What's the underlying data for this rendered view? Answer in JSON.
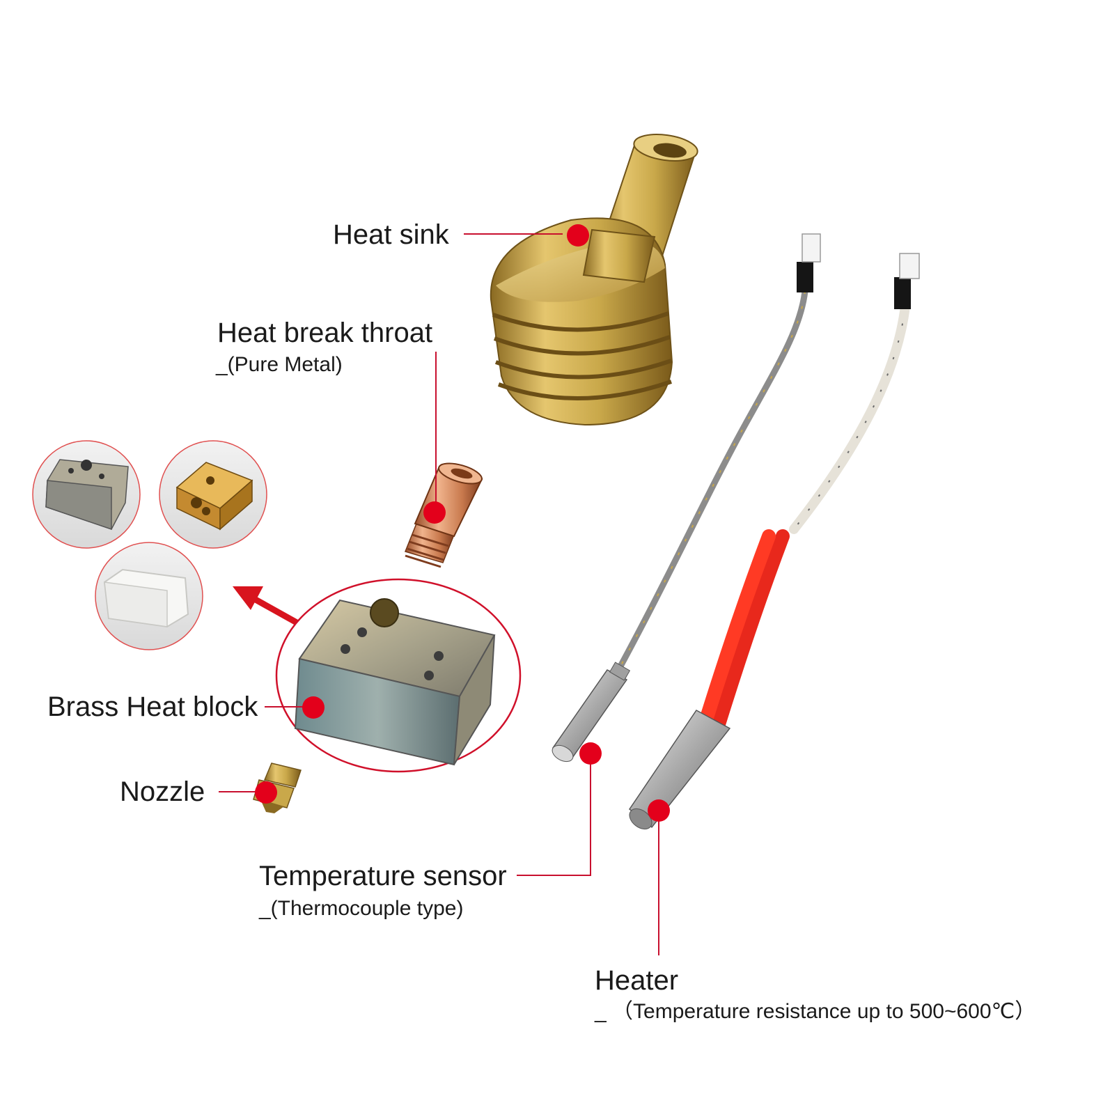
{
  "labels": {
    "heat_sink": "Heat sink",
    "heat_break": "Heat break throat",
    "heat_break_note": "_(Pure Metal)",
    "heat_block": "Brass Heat block",
    "nozzle": "Nozzle",
    "temp_sensor": "Temperature sensor",
    "temp_sensor_note": "_(Thermocouple type)",
    "heater": "Heater",
    "heater_note": "_ （Temperature resistance up to 500~600℃）"
  },
  "colors": {
    "marker": "#e3001b",
    "leader_line": "#c8102e",
    "brass": "#c9a84a",
    "copper": "#c97a4e",
    "steel": "#b8b8b8",
    "heater_sleeve": "#e8281c"
  },
  "icons": {
    "marker": "red-dot-icon",
    "arrow": "red-arrow-icon"
  }
}
